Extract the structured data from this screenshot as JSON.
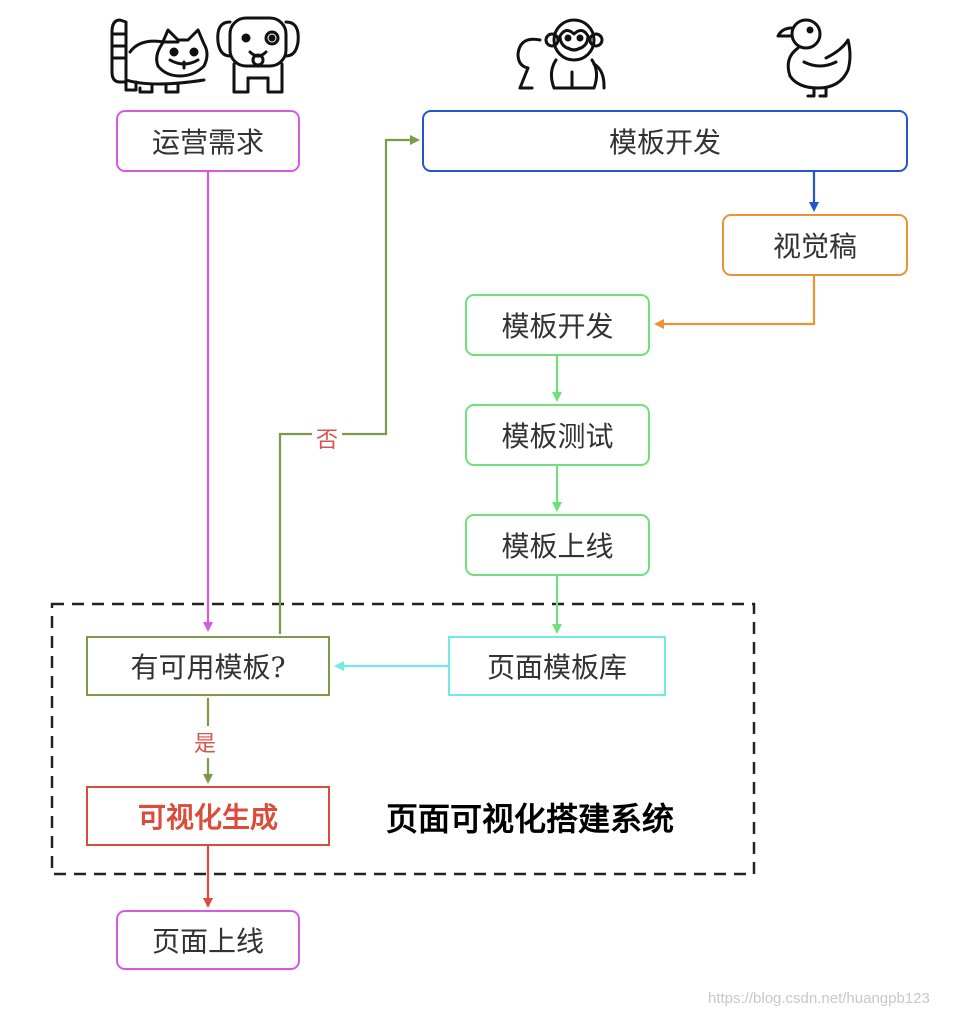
{
  "nodes": {
    "ops_requirement": "运营需求",
    "template_dev_main": "模板开发",
    "visual_draft": "视觉稿",
    "template_dev": "模板开发",
    "template_test": "模板测试",
    "template_online": "模板上线",
    "page_template_library": "页面模板库",
    "has_template": "有可用模板?",
    "visual_generate": "可视化生成",
    "page_online": "页面上线"
  },
  "edge_labels": {
    "no": "否",
    "yes": "是"
  },
  "system_label": "页面可视化搭建系统",
  "watermark": "https://blog.csdn.net/huangpb123",
  "icons": [
    "raccoon-icon",
    "dog-icon",
    "monkey-icon",
    "duck-icon"
  ],
  "colors": {
    "ops": "#d65ae0",
    "blue": "#2357c9",
    "orange": "#e99236",
    "green": "#6fe07a",
    "cyan": "#72eae8",
    "olive": "#7b9a4a",
    "red": "#db4c3b",
    "label_red": "#d9534f"
  }
}
